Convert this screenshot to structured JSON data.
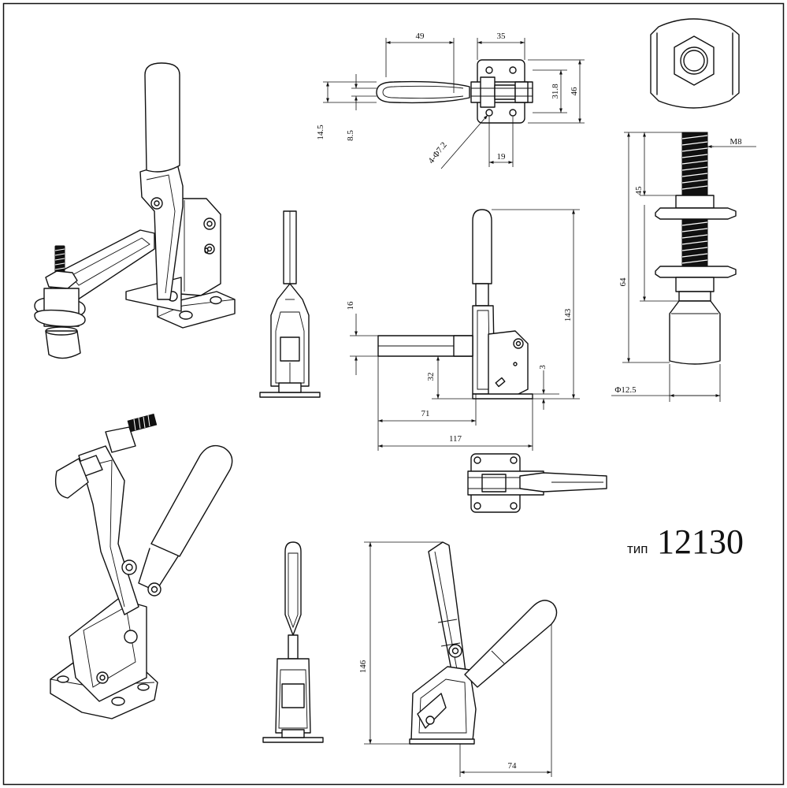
{
  "title": {
    "prefix": "тип",
    "model": "12130"
  },
  "dimensions": {
    "top_handle_length": "49",
    "top_base_width": "35",
    "top_hole_spacing": "31.8",
    "top_base_height": "46",
    "top_offset_a": "14.5",
    "top_offset_b": "8.5",
    "top_holes": "4-Φ7.2",
    "top_hole_pitch": "19",
    "side_arm_height": "16",
    "side_total_height": "143",
    "side_spindle_height": "32",
    "side_base_thickness": "3",
    "side_reach": "71",
    "side_total_length": "117",
    "spindle_thread": "M8",
    "spindle_thread_length": "45",
    "spindle_total_length": "64",
    "spindle_tip_diameter": "Φ12.5",
    "open_height": "146",
    "open_depth": "74"
  }
}
